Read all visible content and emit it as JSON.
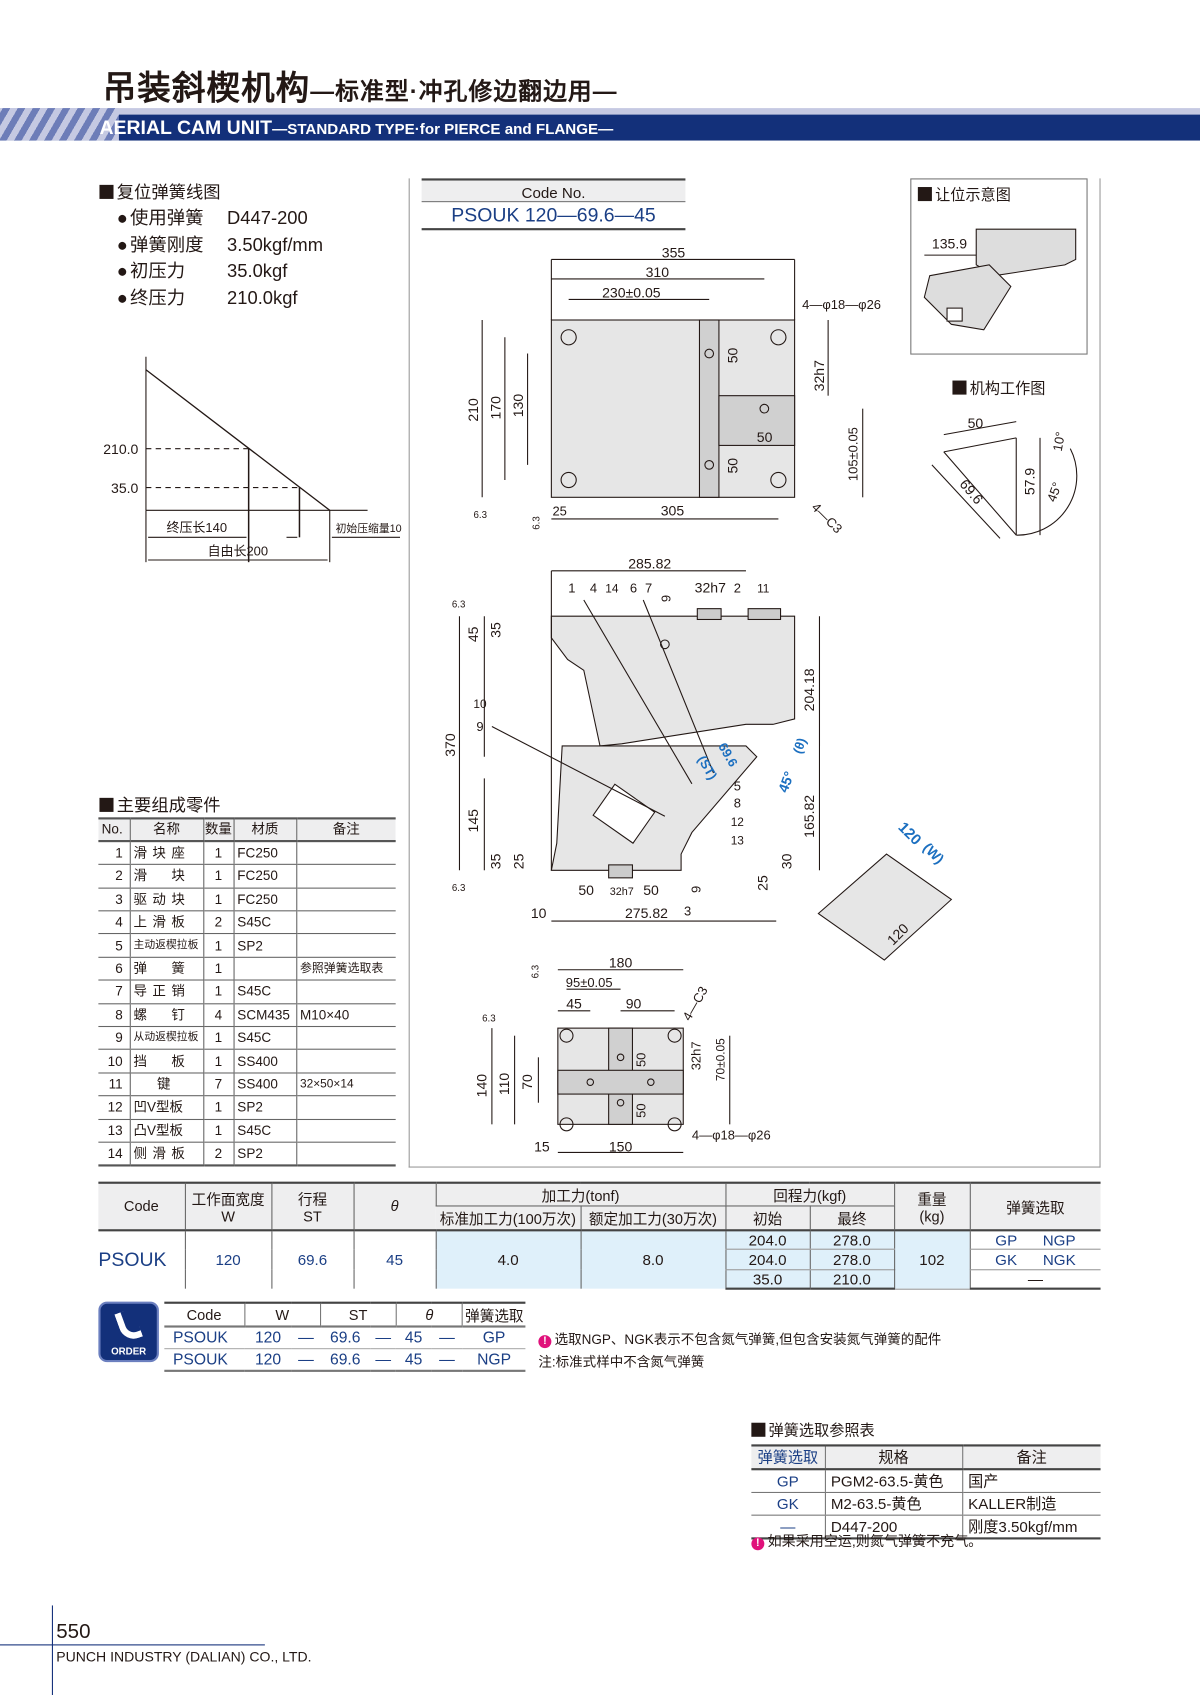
{
  "header": {
    "title": "吊装斜楔机构",
    "title_sub": "—标准型·冲孔修边翻边用—",
    "band_title": "AERIAL CAM UNIT",
    "band_sub": "—STANDARD TYPE·for PIERCE and FLANGE—"
  },
  "spring": {
    "section": "复位弹簧线图",
    "items": [
      {
        "k": "使用弹簧",
        "v": "D447-200"
      },
      {
        "k": "弹簧刚度",
        "v": "3.50kgf/mm"
      },
      {
        "k": "初压力",
        "v": "35.0kgf"
      },
      {
        "k": "终压力",
        "v": "210.0kgf"
      }
    ],
    "chart": {
      "y_hi": "210.0",
      "y_lo": "35.0",
      "final_len": "终压长140",
      "free_len": "自由长200",
      "init_comp": "初始压缩量10"
    }
  },
  "parts": {
    "section": "主要组成零件",
    "headers": [
      "No.",
      "名称",
      "数量",
      "材质",
      "备注"
    ],
    "rows": [
      [
        "1",
        "滑块座",
        "1",
        "FC250",
        ""
      ],
      [
        "2",
        "滑　块",
        "1",
        "FC250",
        ""
      ],
      [
        "3",
        "驱动块",
        "1",
        "FC250",
        ""
      ],
      [
        "4",
        "上滑板",
        "2",
        "S45C",
        ""
      ],
      [
        "5",
        "主动返楔拉板",
        "1",
        "SP2",
        ""
      ],
      [
        "6",
        "弹　簧",
        "1",
        "",
        "参照弹簧选取表"
      ],
      [
        "7",
        "导正销",
        "1",
        "S45C",
        ""
      ],
      [
        "8",
        "螺　钉",
        "4",
        "SCM435",
        "M10×40"
      ],
      [
        "9",
        "从动返楔拉板",
        "1",
        "S45C",
        ""
      ],
      [
        "10",
        "挡　板",
        "1",
        "SS400",
        ""
      ],
      [
        "11",
        "键",
        "7",
        "SS400",
        "32×50×14"
      ],
      [
        "12",
        "凹V型板",
        "1",
        "SP2",
        ""
      ],
      [
        "13",
        "凸V型板",
        "1",
        "S45C",
        ""
      ],
      [
        "14",
        "侧滑板",
        "2",
        "SP2",
        ""
      ]
    ]
  },
  "code_no": {
    "label": "Code No.",
    "value": "PSOUK 120—69.6—45"
  },
  "relief": {
    "title": "让位示意图",
    "dim": "135.9"
  },
  "work": {
    "title": "机构工作图",
    "d1": "50",
    "d2": "69.6",
    "d3": "57.9",
    "a1": "10°",
    "a2": "45°"
  },
  "top_view": {
    "d355": "355",
    "d310": "310",
    "d230": "230±0.05",
    "holes": "4—φ18—φ26",
    "d50a": "50",
    "d32h7": "32h7",
    "d50b": "50",
    "d50c": "50",
    "d105": "105±0.05",
    "d210": "210",
    "d170": "170",
    "d130": "130",
    "d25": "25",
    "d305": "305",
    "c3": "4—C3",
    "r1": "6.3",
    "r2": "6.3"
  },
  "side_view": {
    "d285": "285.82",
    "b1": "1",
    "b4": "4",
    "b14": "14",
    "b6": "6",
    "b7": "7",
    "d9a": "9",
    "d32h7": "32h7",
    "b2": "2",
    "b11": "11",
    "d45": "45",
    "d35a": "35",
    "b10": "10",
    "b9": "9",
    "d370": "370",
    "d145": "145",
    "d35b": "35",
    "d25a": "25",
    "d204": "204.18",
    "st": "69.6",
    "st_l": "(ST)",
    "theta": "45°",
    "theta_l": "(θ)",
    "b5": "5",
    "b8": "8",
    "b12": "12",
    "b13": "13",
    "d165": "165.82",
    "d30": "30",
    "d25b": "25",
    "d50a": "50",
    "d32h7b": "32h7",
    "d50b": "50",
    "d9b": "9",
    "d10": "10",
    "d275": "275.82",
    "b3": "3",
    "w": "120",
    "w_l": "(W)",
    "d120": "120",
    "r1": "6.3",
    "r2": "6.3"
  },
  "bottom_view": {
    "d180": "180",
    "d95": "95±0.05",
    "d45": "45",
    "d90": "90",
    "c3": "4—C3",
    "d32h7": "32h7",
    "d70t": "70±0.05",
    "d140": "140",
    "d110": "110",
    "d70": "70",
    "d50a": "50",
    "d50b": "50",
    "d15": "15",
    "d150": "150",
    "holes": "4—φ18—φ26",
    "r1": "6.3",
    "r2": "6.3"
  },
  "spec_table": {
    "h_code": "Code",
    "h_w1": "工作面宽度",
    "h_w2": "W",
    "h_st1": "行程",
    "h_st2": "ST",
    "h_theta": "θ",
    "h_force": "加工力(tonf)",
    "h_std": "标准加工力(100万次)",
    "h_rated": "额定加工力(30万次)",
    "h_ret": "回程力(kgf)",
    "h_init": "初始",
    "h_final": "最终",
    "h_wt1": "重量",
    "h_wt2": "(kg)",
    "h_spring": "弹簧选取",
    "code": "PSOUK",
    "w": "120",
    "st": "69.6",
    "theta": "45",
    "std": "4.0",
    "rated": "8.0",
    "ret": [
      [
        "204.0",
        "278.0"
      ],
      [
        "204.0",
        "278.0"
      ],
      [
        "35.0",
        "210.0"
      ]
    ],
    "weight": "102",
    "springs": [
      [
        "GP",
        "NGP"
      ],
      [
        "GK",
        "NGK"
      ],
      [
        "—",
        ""
      ]
    ]
  },
  "order": {
    "icon_label": "ORDER",
    "headers": [
      "Code",
      "W",
      "ST",
      "θ",
      "弹簧选取"
    ],
    "rows": [
      [
        "PSOUK",
        "120",
        "—",
        "69.6",
        "—",
        "45",
        "—",
        "GP"
      ],
      [
        "PSOUK",
        "120",
        "—",
        "69.6",
        "—",
        "45",
        "—",
        "NGP"
      ]
    ],
    "note1": "选取NGP、NGK表示不包含氮气弹簧,但包含安装氮气弹簧的配件",
    "note2": "注:标准式样中不含氮气弹簧"
  },
  "spring_ref": {
    "section": "弹簧选取参照表",
    "headers": [
      "弹簧选取",
      "规格",
      "备注"
    ],
    "rows": [
      [
        "GP",
        "PGM2-63.5-黄色",
        "国产"
      ],
      [
        "GK",
        "M2-63.5-黄色",
        "KALLER制造"
      ],
      [
        "—",
        "D447-200",
        "刚度3.50kgf/mm"
      ]
    ],
    "note": "如果采用空运,则氮气弹簧不充气。"
  },
  "footer": {
    "page": "550",
    "company": "PUNCH INDUSTRY (DALIAN) CO., LTD."
  },
  "colors": {
    "navy": "#13307a",
    "code_blue": "#1b3f85",
    "highlight": "#dff0fa",
    "alert": "#e0117b"
  }
}
